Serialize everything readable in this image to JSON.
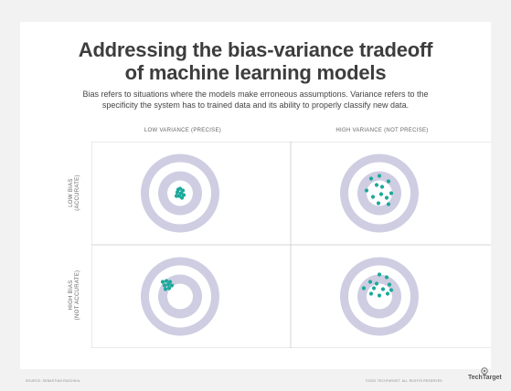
{
  "header": {
    "title_line1": "Addressing the bias-variance tradeoff",
    "title_line2": "of machine learning models",
    "subtitle_line1": "Bias refers to situations where the models make erroneous assumptions. Variance refers to the",
    "subtitle_line2": "specificity the system has to trained data and its ability to properly classify new data."
  },
  "columns": [
    "LOW VARIANCE (PRECISE)",
    "HIGH VARIANCE (NOT PRECISE)"
  ],
  "rows": [
    {
      "line1": "LOW BIAS",
      "line2": "(ACCURATE)"
    },
    {
      "line1": "HIGH BIAS",
      "line2": "(NOT ACCURATE)"
    }
  ],
  "colors": {
    "ring": "#cfcde2",
    "ring_inner": "#ffffff",
    "dot": "#1aa99b",
    "grid_line": "#d4d4d4"
  },
  "targets": [
    {
      "id": "low-bias-low-variance",
      "row": 0,
      "col": 0,
      "dots": [
        [
          0,
          -5
        ],
        [
          3,
          -3
        ],
        [
          -3,
          -1
        ],
        [
          1,
          0
        ],
        [
          4,
          2
        ],
        [
          -1,
          3
        ],
        [
          2,
          5
        ],
        [
          -2,
          -4
        ],
        [
          -4,
          3
        ]
      ]
    },
    {
      "id": "low-bias-high-variance",
      "row": 0,
      "col": 1,
      "dots": [
        [
          0,
          -19
        ],
        [
          -9,
          -16
        ],
        [
          10,
          -13
        ],
        [
          -3,
          -9
        ],
        [
          3,
          -7
        ],
        [
          -14,
          -3
        ],
        [
          13,
          0
        ],
        [
          2,
          1
        ],
        [
          -7,
          4
        ],
        [
          8,
          5
        ],
        [
          -1,
          11
        ],
        [
          10,
          12
        ]
      ]
    },
    {
      "id": "high-bias-low-variance",
      "row": 1,
      "col": 0,
      "dots": [
        [
          -19,
          -16
        ],
        [
          -15,
          -17
        ],
        [
          -11,
          -16
        ],
        [
          -17,
          -12
        ],
        [
          -13,
          -13
        ],
        [
          -9,
          -12
        ],
        [
          -16,
          -8
        ],
        [
          -12,
          -9
        ]
      ]
    },
    {
      "id": "high-bias-high-variance",
      "row": 1,
      "col": 1,
      "dots": [
        [
          0,
          -24
        ],
        [
          8,
          -21
        ],
        [
          -10,
          -16
        ],
        [
          -3,
          -14
        ],
        [
          11,
          -13
        ],
        [
          -17,
          -9
        ],
        [
          -6,
          -9
        ],
        [
          4,
          -8
        ],
        [
          13,
          -7
        ],
        [
          -9,
          -3
        ],
        [
          9,
          -3
        ],
        [
          0,
          -1
        ]
      ]
    }
  ],
  "footer": {
    "source": "SOURCE: SEBASTIAN RASCHKA",
    "copyright": "©2022 TECHTARGET. ALL RIGHTS RESERVED",
    "brand": "TechTarget"
  }
}
